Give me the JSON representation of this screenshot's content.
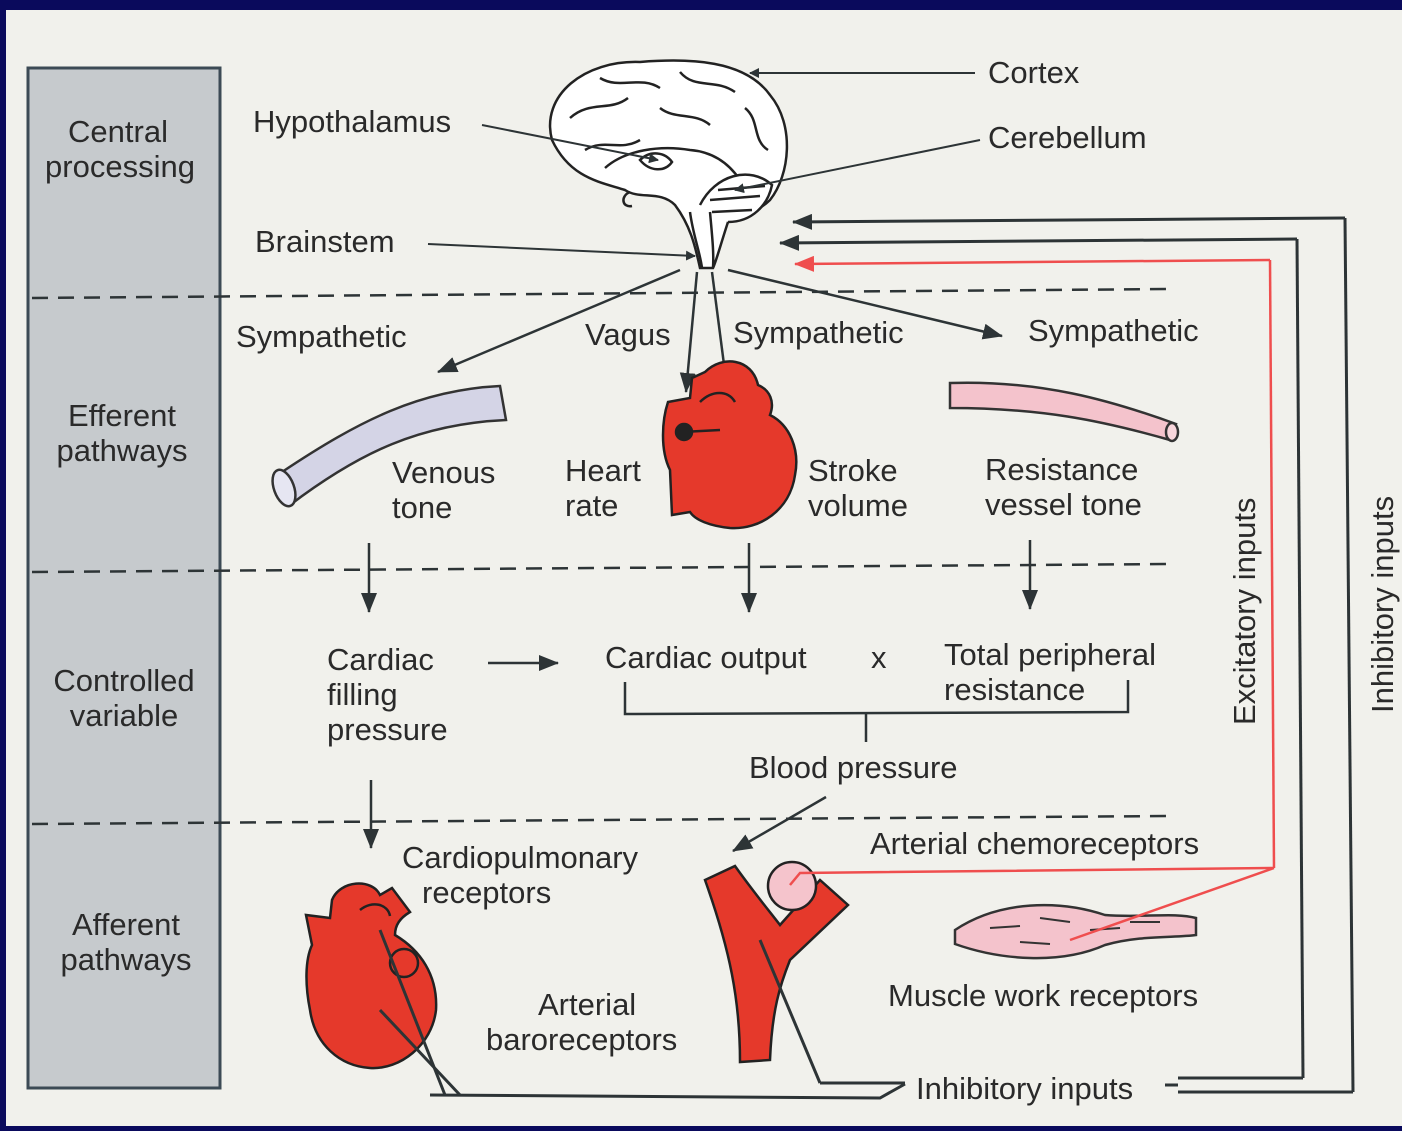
{
  "side_labels": {
    "central": [
      "Central",
      "processing"
    ],
    "efferent": [
      "Efferent",
      "pathways"
    ],
    "controlled": [
      "Controlled",
      "variable"
    ],
    "afferent": [
      "Afferent",
      "pathways"
    ]
  },
  "brain_labels": {
    "cortex": "Cortex",
    "cerebellum": "Cerebellum",
    "hypothalamus": "Hypothalamus",
    "brainstem": "Brainstem"
  },
  "efferent": {
    "sympathetic_left": "Sympathetic",
    "vagus": "Vagus",
    "sympathetic_mid": "Sympathetic",
    "sympathetic_right": "Sympathetic",
    "venous_tone": [
      "Venous",
      "tone"
    ],
    "heart_rate": [
      "Heart",
      "rate"
    ],
    "stroke_volume": [
      "Stroke",
      "volume"
    ],
    "resistance": [
      "Resistance",
      "vessel tone"
    ]
  },
  "controlled": {
    "filling": [
      "Cardiac",
      "filling",
      "pressure"
    ],
    "cardiac_output": "Cardiac output",
    "times": "x",
    "tpr": [
      "Total peripheral",
      "resistance"
    ],
    "blood_pressure": "Blood pressure"
  },
  "afferent": {
    "cardiopulmonary": [
      "Cardiopulmonary",
      "receptors"
    ],
    "chemoreceptors": "Arterial chemoreceptors",
    "baroreceptors": [
      "Arterial",
      "baroreceptors"
    ],
    "muscle": "Muscle work receptors",
    "inhibitory_bottom": "Inhibitory inputs"
  },
  "vertical_labels": {
    "excitatory": "Excitatory inputs",
    "inhibitory": "Inhibitory inputs"
  },
  "colors": {
    "frame": "#0a0a5c",
    "paper": "#f1f1ec",
    "sidebar": "#c6cacd",
    "line": "#2d3436",
    "red": "#e5392b",
    "red_line": "#ef4e4e",
    "vein": "#d4d4e6",
    "pink": "#f4c3cc"
  }
}
